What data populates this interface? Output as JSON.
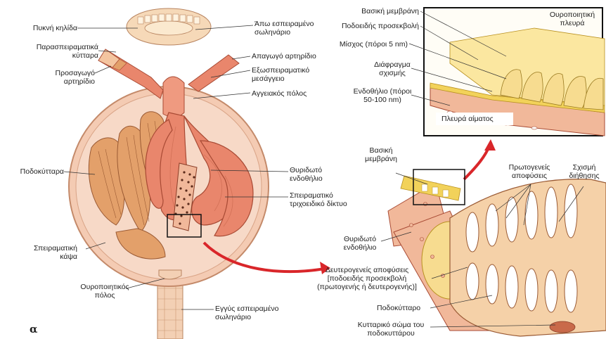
{
  "panel_label": "α",
  "left_labels": {
    "pyknh_klida": "Πυκνή κηλίδα",
    "paraspeiramatika": [
      "Παρασπειραματικά",
      "κύτταρα"
    ],
    "prosagogo": [
      "Προσαγωγό",
      "αρτηρίδιο"
    ],
    "podokyttara": "Ποδοκύτταρα",
    "speiramatiki_kapsa": [
      "Σπειραματική",
      "κάψα"
    ],
    "ouropoietikos_polos": [
      "Ουροποιητικός",
      "πόλος"
    ]
  },
  "right_labels": {
    "apo_esp": [
      "Άπω εσπειραμένο",
      "σωληνάριο"
    ],
    "apagogo": "Απαγωγό αρτηρίδιο",
    "exospeiramatiko": [
      "Εξωσπειραματικό",
      "μεσάγγειο"
    ],
    "aggeiakos_polos": "Αγγειακός πόλος",
    "thyridoto": [
      "Θυριδωτό",
      "ενδοθήλιο"
    ],
    "speiramatiko_trix": [
      "Σπειραματικό",
      "τριχοειδικό δίκτυο"
    ],
    "eggys_esp": [
      "Εγγύς εσπειραμένο",
      "σωληνάριο"
    ]
  },
  "inset_top": {
    "basiki": "Βασική μεμβράνη",
    "podoeidis": "Ποδοειδής προσεκβολή",
    "mischos": "Μίσχος (πόροι 5 nm)",
    "diafragma": [
      "Διάφραγμα",
      "σχισμής"
    ],
    "endothilio": [
      "Ενδοθήλιο (πόροι",
      "50-100 nm)"
    ],
    "ouropoietiki": [
      "Ουροποιητική",
      "πλευρά"
    ],
    "pleura_aimatos": "Πλευρά αίματος"
  },
  "inset_bottom": {
    "basiki": [
      "Βασική",
      "μεμβράνη"
    ],
    "protogeneis": [
      "Πρωτογενείς",
      "αποφύσεις"
    ],
    "schismi": [
      "Σχισμή",
      "διήθησης"
    ],
    "thyridoto": [
      "Θυριδωτό",
      "ενδοθήλιο"
    ],
    "defterogeneis": [
      "Δευτερογενείς αποφύσεις",
      "[ποδοειδής προσεκβολή",
      "(πρωτογενής ή δευτερογενής)]"
    ],
    "podokyttaro": "Ποδοκύτταρο",
    "kyttariko": [
      "Κυτταρικό σώμα του",
      "ποδοκυττάρου"
    ]
  },
  "colors": {
    "capsule": "#f4cbb3",
    "capillary": "#e9866c",
    "podocyte": "#e3a06a",
    "membrane": "#f2d25a",
    "arrow": "#d9262a"
  }
}
